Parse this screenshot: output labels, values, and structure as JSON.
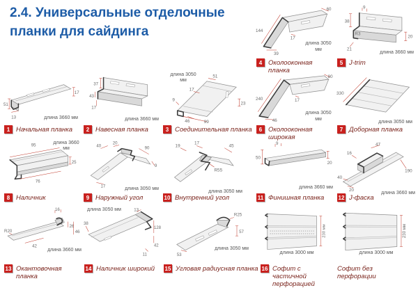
{
  "title": {
    "line1": "2.4. Универсальные отделочные",
    "line2": "планки для сайдинга"
  },
  "colors": {
    "title_blue": "#1d5ca7",
    "badge_red": "#c9211e",
    "label_maroon": "#7a241c",
    "dim_red": "#c0392b"
  },
  "items": {
    "i1": {
      "badge": "1",
      "name": "Начальная планка",
      "length": "длина 3660 мм",
      "dims": [
        "51",
        "13",
        "17"
      ]
    },
    "i2": {
      "badge": "2",
      "name": "Навесная планка",
      "length": "длина 3660 мм",
      "dims": [
        "37",
        "43",
        "17"
      ]
    },
    "i3": {
      "badge": "3",
      "name": "Соединительная планка",
      "length": "длина 3050 мм",
      "dims": [
        "51",
        "17",
        "9",
        "46",
        "23",
        "99"
      ]
    },
    "i4": {
      "badge": "4",
      "name": "Околооконная планка",
      "length": "длина 3050 мм",
      "dims": [
        "144",
        "60",
        "39",
        "17"
      ]
    },
    "i5": {
      "badge": "5",
      "name": "J-trim",
      "length": "длина 3660 мм",
      "dims": [
        "9",
        "38",
        "20",
        "R3",
        "21"
      ]
    },
    "i6": {
      "badge": "6",
      "name": "Околооконная широкая",
      "length": "длина 3050 мм",
      "dims": [
        "240",
        "80",
        "46",
        "17"
      ]
    },
    "i7": {
      "badge": "7",
      "name": "Доборная планка",
      "length": "длина 3050 мм",
      "dims": [
        "330"
      ]
    },
    "i8": {
      "badge": "8",
      "name": "Наличник",
      "length": "длина 3660 мм",
      "dims": [
        "95",
        "25",
        "76"
      ]
    },
    "i9": {
      "badge": "9",
      "name": "Наружный угол",
      "length": "длина 3050 мм",
      "dims": [
        "40",
        "20",
        "90",
        "9",
        "17"
      ]
    },
    "i10": {
      "badge": "10",
      "name": "Внутренний угол",
      "length": "длина 3050 мм",
      "dims": [
        "19",
        "17",
        "45",
        "R55"
      ]
    },
    "i11": {
      "badge": "11",
      "name": "Финишная планка",
      "length": "длина 3660 мм",
      "dims": [
        "9",
        "50",
        "20"
      ]
    },
    "i12": {
      "badge": "12",
      "name": "J-фаска",
      "length": "длина 3660 мм",
      "dims": [
        "16",
        "47",
        "190",
        "40",
        "20"
      ]
    },
    "i13": {
      "badge": "13",
      "name": "Окантовочная планка",
      "length": "длина 3660 мм",
      "dims": [
        "16",
        "26",
        "46",
        "42",
        "R20"
      ]
    },
    "i14": {
      "badge": "14",
      "name": "Наличник широкий",
      "length": "длина 3050 мм",
      "dims": [
        "13",
        "128",
        "42",
        "11",
        "38"
      ]
    },
    "i15": {
      "badge": "15",
      "name": "Угловая радиусная планка",
      "length": "длина 3050 мм",
      "dims": [
        "R25",
        "57",
        "53"
      ]
    },
    "i16": {
      "badge": "16",
      "name": "Софит с частичной перфорацией",
      "length": "длина 3000 мм",
      "dims": [
        "230 мм"
      ]
    },
    "i17": {
      "name": "Софит без перфорации",
      "length": "длина 3000 мм",
      "dims": [
        "230 мм"
      ]
    }
  }
}
